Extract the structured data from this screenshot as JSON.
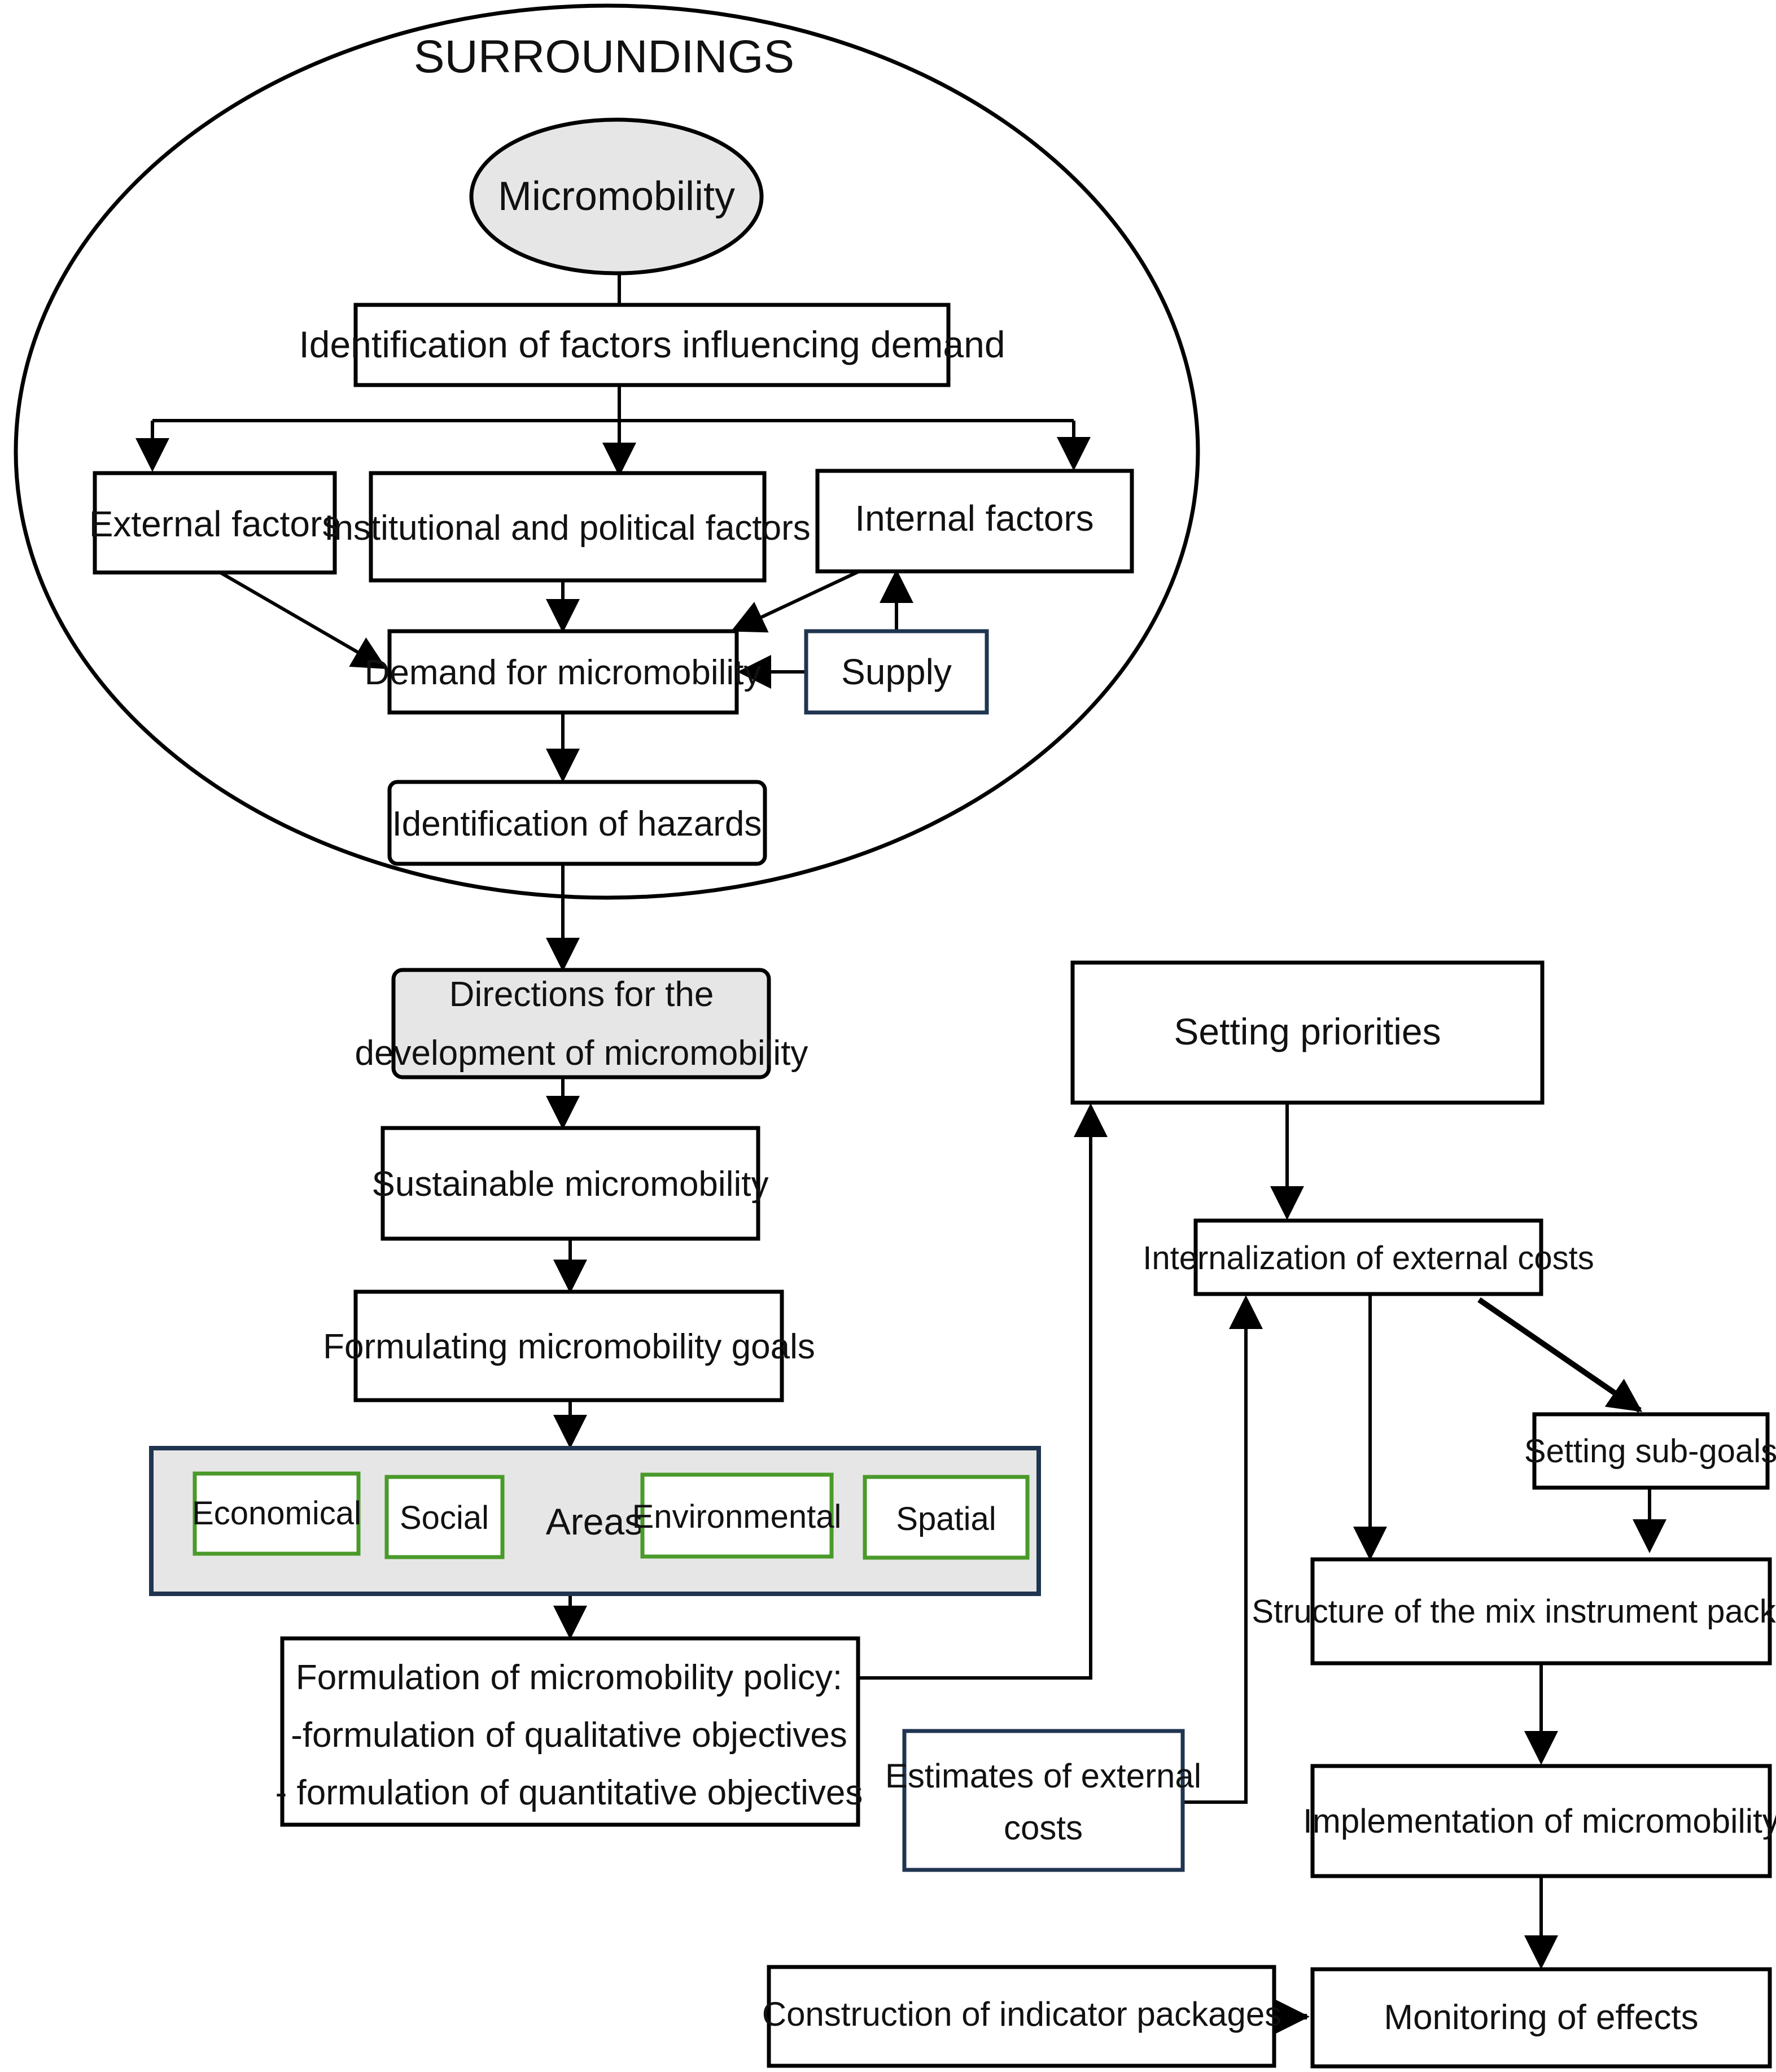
{
  "surroundings_title": "SURROUNDINGS",
  "nodes": {
    "micromobility": "Micromobility",
    "identification_factors": "Identification of factors influencing demand",
    "external_factors": "External factors",
    "institutional_factors": "Institutional and political factors",
    "internal_factors": "Internal factors",
    "demand": "Demand for micromobility",
    "supply": "Supply",
    "hazards": "Identification of hazards",
    "directions_line1": "Directions for the",
    "directions_line2": "development of micromobility",
    "sustainable": "Sustainable micromobility",
    "goals": "Formulating micromobility goals",
    "policy_line1": "Formulation of micromobility policy:",
    "policy_line2": "-formulation of qualitative objectives",
    "policy_line3": "- formulation of quantitative objectives",
    "priorities": "Setting priorities",
    "internalization": "Internalization of external costs",
    "subgoals": "Setting sub-goals",
    "estimates_line1": "Estimates of external",
    "estimates_line2": "costs",
    "structure": "Structure of the mix instrument package",
    "implementation": "Implementation of micromobility",
    "indicators": "Construction of indicator packages",
    "monitoring": "Monitoring of effects"
  },
  "areas": {
    "label": "Areas",
    "items": [
      "Economical",
      "Social",
      "Environmental",
      "Spatial"
    ]
  },
  "colors": {
    "grey_fill": "#e6e6e6",
    "navy_border": "#1f3550",
    "green_border": "#4a9a2a"
  }
}
